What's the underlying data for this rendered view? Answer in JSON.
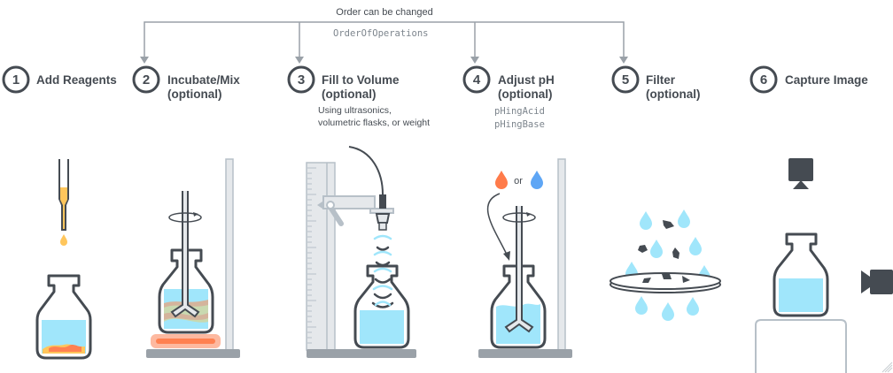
{
  "header": {
    "order_note": "Order can be changed",
    "order_code": "OrderOfOperations"
  },
  "steps": [
    {
      "number": "1",
      "title": [
        "Add Reagents"
      ]
    },
    {
      "number": "2",
      "title": [
        "Incubate/Mix",
        "(optional)"
      ]
    },
    {
      "number": "3",
      "title": [
        "Fill to Volume",
        "(optional)"
      ],
      "note": [
        "Using ultrasonics,",
        "volumetric flasks, or weight"
      ]
    },
    {
      "number": "4",
      "title": [
        "Adjust pH",
        "(optional)"
      ],
      "code": [
        "pHingAcid",
        "pHingBase"
      ],
      "or_label": "or"
    },
    {
      "number": "5",
      "title": [
        "Filter",
        "(optional)"
      ]
    },
    {
      "number": "6",
      "title": [
        "Capture Image"
      ]
    }
  ],
  "colors": {
    "outline": "#454b52",
    "liquid": "#a0e6fb",
    "acid": "#ff7b4a",
    "base": "#5ea6f5",
    "reagent": "#ffc65c",
    "heat": "#ff8151",
    "arrow": "#9aa1a8"
  }
}
